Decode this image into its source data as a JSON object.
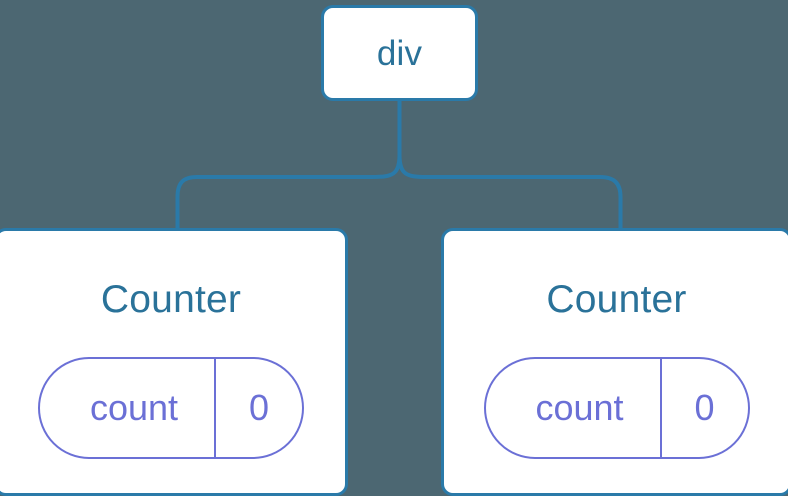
{
  "diagram": {
    "type": "component-tree",
    "background_color": "#4c6772",
    "node_border_color": "#2a7aa9",
    "node_fill_color": "#ffffff",
    "node_text_color": "#2a7299",
    "state_pill_color": "#6b70d6",
    "connector_color": "#2a7aa9",
    "root": {
      "label": "div"
    },
    "children": [
      {
        "title": "Counter",
        "state": {
          "key": "count",
          "value": "0"
        }
      },
      {
        "title": "Counter",
        "state": {
          "key": "count",
          "value": "0"
        }
      }
    ]
  }
}
